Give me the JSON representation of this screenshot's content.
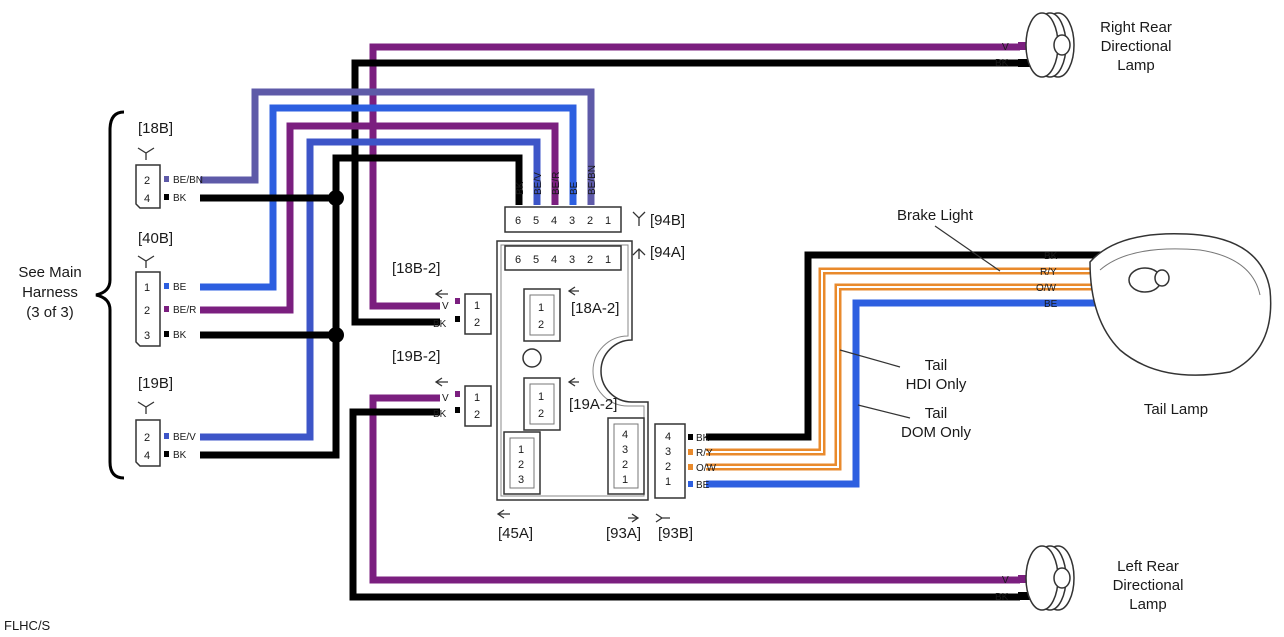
{
  "colors": {
    "violet": "#7b1f7f",
    "blue": "#2d5fe0",
    "slate_violet": "#5e5aa8",
    "orange": "#e98a2c",
    "black": "#000000",
    "gray": "#777777"
  },
  "harness_label": [
    "See Main",
    "Harness",
    "(3 of 3)"
  ],
  "connectors": {
    "c18B": "[18B]",
    "c40B": "[40B]",
    "c19B": "[19B]",
    "c18B2": "[18B-2]",
    "c19B2": "[19B-2]",
    "c18A2": "[18A-2]",
    "c19A2": "[19A-2]",
    "c94B": "[94B]",
    "c94A": "[94A]",
    "c45A": "[45A]",
    "c93A": "[93A]",
    "c93B": "[93B]"
  },
  "pins_18B": [
    {
      "num": "2",
      "wire": "BE/BN"
    },
    {
      "num": "4",
      "wire": "BK"
    }
  ],
  "pins_40B": [
    {
      "num": "1",
      "wire": "BE"
    },
    {
      "num": "2",
      "wire": "BE/R"
    },
    {
      "num": "3",
      "wire": "BK"
    }
  ],
  "pins_19B": [
    {
      "num": "2",
      "wire": "BE/V"
    },
    {
      "num": "4",
      "wire": "BK"
    }
  ],
  "pins_94B": [
    "6",
    "5",
    "4",
    "3",
    "2",
    "1"
  ],
  "pins_94A": [
    "6",
    "5",
    "4",
    "3",
    "2",
    "1"
  ],
  "wires_94": [
    "BK",
    "BE/V",
    "BE/R",
    "BE",
    "BE/BN"
  ],
  "pins_18B2": [
    "1",
    "2"
  ],
  "wires_18B2": [
    "V",
    "BK"
  ],
  "pins_19B2": [
    "1",
    "2"
  ],
  "wires_19B2": [
    "V",
    "BK"
  ],
  "pins_18A2": [
    "1",
    "2"
  ],
  "pins_19A2": [
    "1",
    "2"
  ],
  "pins_45A": [
    "1",
    "2",
    "3"
  ],
  "pins_93A": [
    "4",
    "3",
    "2",
    "1"
  ],
  "pins_93B": [
    "4",
    "3",
    "2",
    "1"
  ],
  "wires_93": [
    "BK",
    "R/Y",
    "O/W",
    "BE"
  ],
  "wires_tail": [
    "BK",
    "R/Y",
    "O/W",
    "BE"
  ],
  "lamp_wires_right": [
    "V",
    "BK"
  ],
  "lamp_wires_left": [
    "V",
    "BK"
  ],
  "labels": {
    "right_lamp": [
      "Right Rear",
      "Directional",
      "Lamp"
    ],
    "left_lamp": [
      "Left Rear",
      "Directional",
      "Lamp"
    ],
    "brake_light": "Brake Light",
    "tail_hdi": [
      "Tail",
      "HDI Only"
    ],
    "tail_dom": [
      "Tail",
      "DOM Only"
    ],
    "tail_lamp": "Tail Lamp",
    "model": "FLHC/S"
  }
}
